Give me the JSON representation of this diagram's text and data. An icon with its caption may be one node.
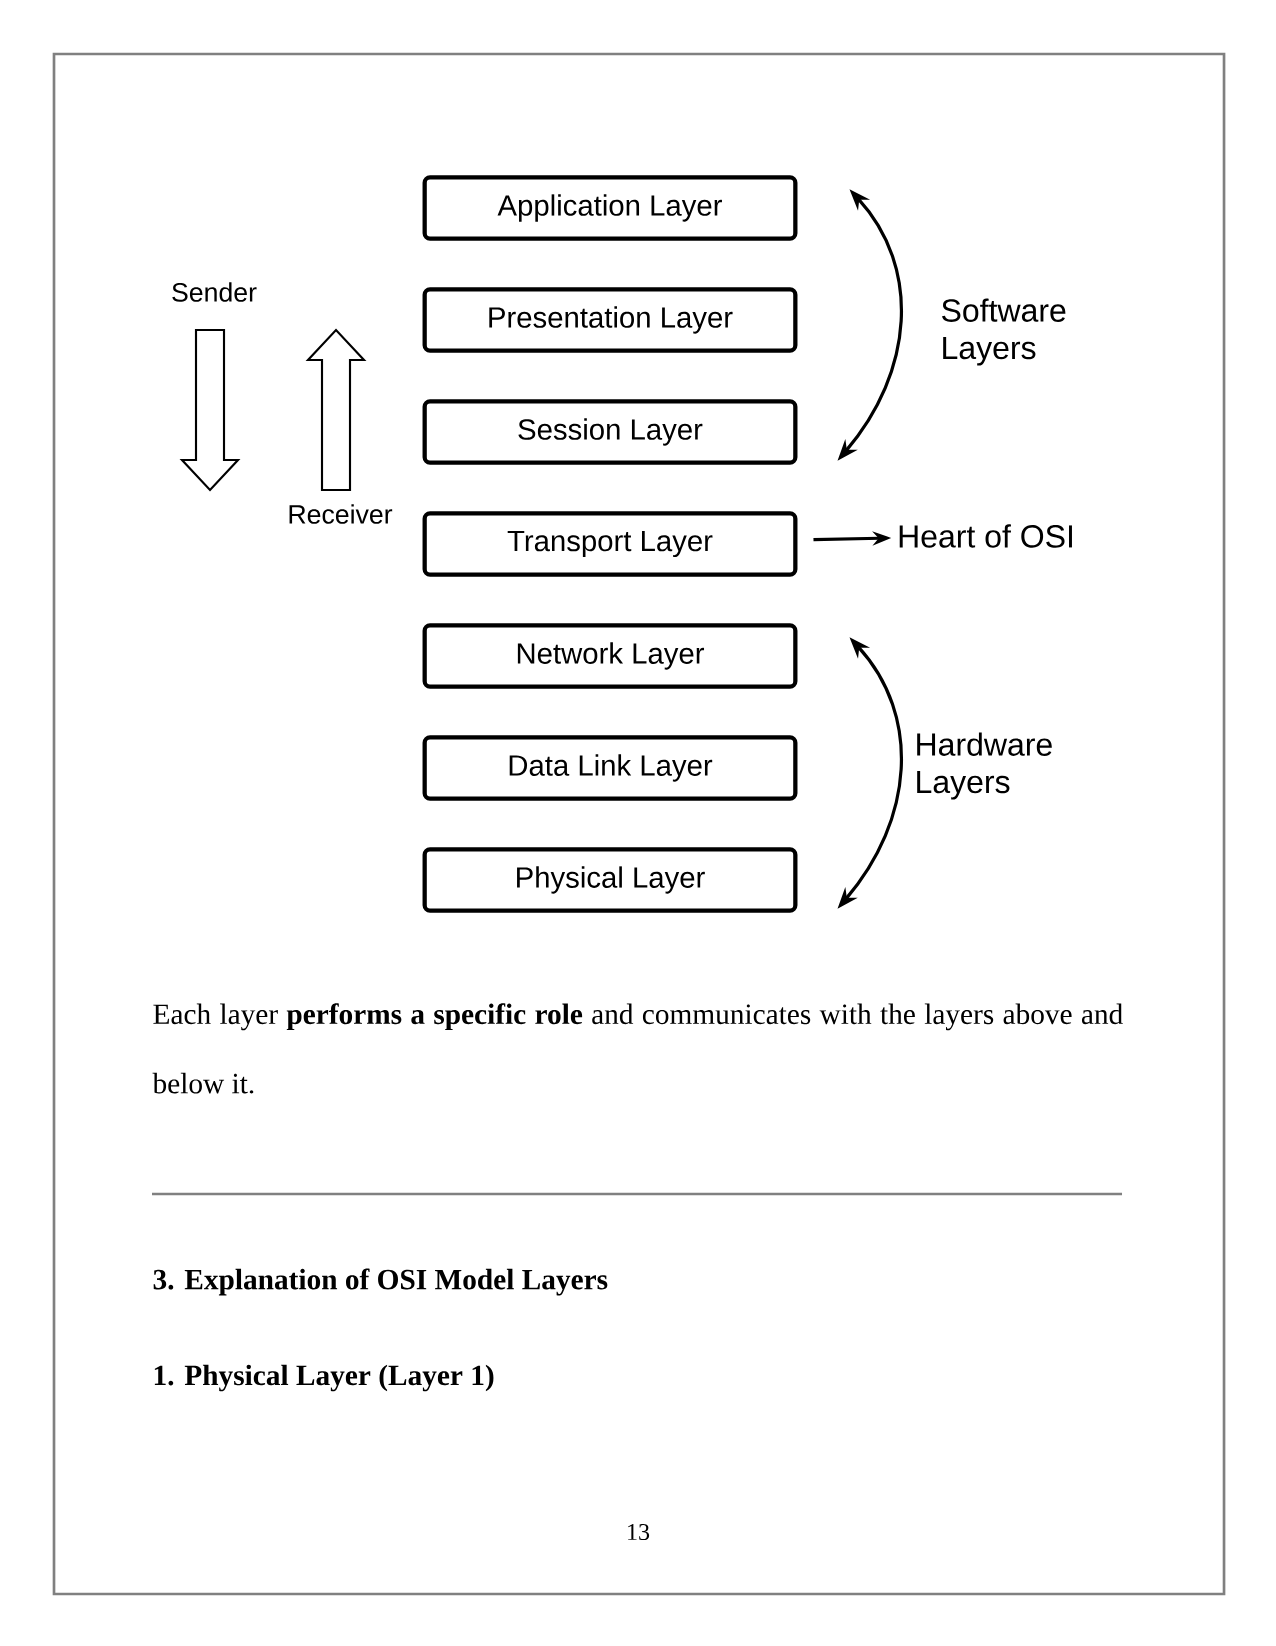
{
  "diagram": {
    "nodes": [
      {
        "text": [
          "Application Layer"
        ]
      },
      {
        "text": [
          "Presentation Layer"
        ]
      },
      {
        "text": [
          "Session Layer"
        ]
      },
      {
        "text": [
          "Transport Layer"
        ]
      },
      {
        "text": [
          "Network Layer"
        ]
      },
      {
        "text": [
          "Data Link Layer"
        ]
      },
      {
        "text": [
          "Physical Layer"
        ]
      },
      {
        "text": [
          "Heart of OSI"
        ]
      }
    ],
    "edges": [
      {
        "from": 0,
        "to": 2,
        "arrow": "both"
      },
      {
        "from": 3,
        "to": 7,
        "arrow": "to"
      },
      {
        "from": 4,
        "to": 6,
        "arrow": "both"
      }
    ],
    "labels": [
      "Sender",
      "Software Layers",
      "Receiver",
      "Hardware Layers",
      "Each layer **performs a specific role** and communicates with the layers above and below it.",
      "3. Explanation of OSI Model Layers",
      "1. Physical Layer (Layer 1)",
      "13"
    ]
  }
}
